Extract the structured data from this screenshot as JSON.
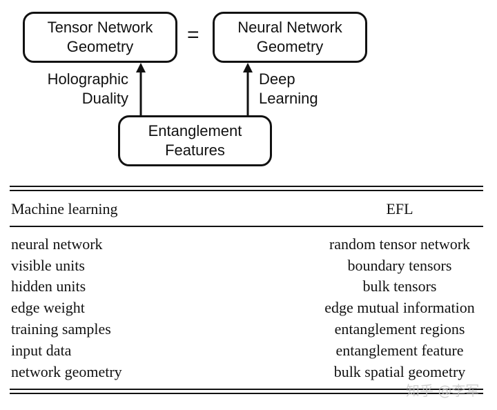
{
  "diagram": {
    "tensor_box": [
      "Tensor Network",
      "Geometry"
    ],
    "neural_box": [
      "Neural Network",
      "Geometry"
    ],
    "equals": "=",
    "entanglement_box": [
      "Entanglement",
      "Features"
    ],
    "left_arrow_label": [
      "Holographic",
      "Duality"
    ],
    "right_arrow_label": [
      "Deep",
      "Learning"
    ]
  },
  "table": {
    "headers": [
      "Machine learning",
      "EFL"
    ],
    "rows": [
      [
        "neural network",
        "random tensor network"
      ],
      [
        "visible units",
        "boundary tensors"
      ],
      [
        "hidden units",
        "bulk tensors"
      ],
      [
        "edge weight",
        "edge mutual information"
      ],
      [
        "training samples",
        "entanglement regions"
      ],
      [
        "input data",
        "entanglement feature"
      ],
      [
        "network geometry",
        "bulk spatial geometry"
      ]
    ]
  },
  "watermark": "知乎 @李军"
}
